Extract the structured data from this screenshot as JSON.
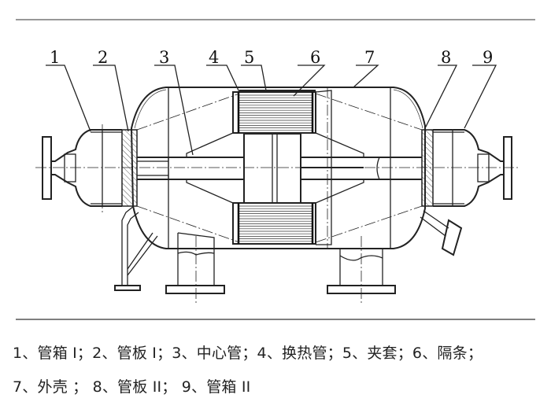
{
  "diagram": {
    "labels": [
      "1",
      "2",
      "3",
      "4",
      "5",
      "6",
      "7",
      "8",
      "9"
    ]
  },
  "caption": {
    "line1": "1、管箱 I；2、管板 I；3、中心管；4、换热管；5、夹套；6、隔条；",
    "line2": "7、外壳 ；  8、管板 II；  9、管箱 II"
  }
}
